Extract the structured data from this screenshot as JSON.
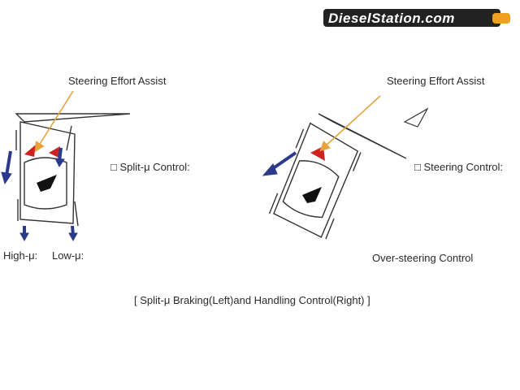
{
  "logo": {
    "text": "DieselStation.com"
  },
  "left": {
    "callout": "Steering Effort Assist",
    "control_label": "□ Split-μ Control:",
    "high_label": "High-μ:",
    "low_label": "Low-μ:"
  },
  "right": {
    "callout": "Steering Effort Assist",
    "control_label": "□ Steering Control:",
    "caption": "Over-steering Control"
  },
  "caption": "[ Split-μ Braking(Left)and Handling Control(Right) ]",
  "colors": {
    "arrow_blue": "#2b3a8c",
    "callout_orange": "#e8a23a",
    "brake_red": "#cc2222",
    "line": "#333333"
  }
}
